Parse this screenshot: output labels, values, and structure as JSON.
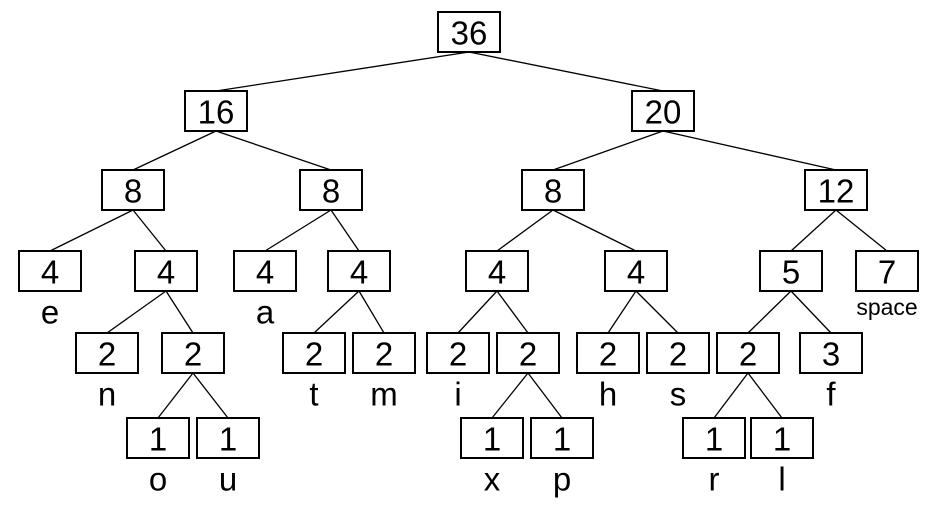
{
  "tree": {
    "nodes": [
      {
        "id": "n36",
        "value": "36",
        "parent": null
      },
      {
        "id": "n16",
        "value": "16",
        "parent": "n36"
      },
      {
        "id": "n20",
        "value": "20",
        "parent": "n36"
      },
      {
        "id": "n8a",
        "value": "8",
        "parent": "n16"
      },
      {
        "id": "n8b",
        "value": "8",
        "parent": "n16"
      },
      {
        "id": "n8c",
        "value": "8",
        "parent": "n20"
      },
      {
        "id": "n12",
        "value": "12",
        "parent": "n20"
      },
      {
        "id": "e4",
        "value": "4",
        "parent": "n8a",
        "label": "e"
      },
      {
        "id": "n4a",
        "value": "4",
        "parent": "n8a"
      },
      {
        "id": "a4",
        "value": "4",
        "parent": "n8b",
        "label": "a"
      },
      {
        "id": "n4b",
        "value": "4",
        "parent": "n8b"
      },
      {
        "id": "n4c",
        "value": "4",
        "parent": "n8c"
      },
      {
        "id": "n4d",
        "value": "4",
        "parent": "n8c"
      },
      {
        "id": "n5",
        "value": "5",
        "parent": "n12"
      },
      {
        "id": "sp7",
        "value": "7",
        "parent": "n12",
        "label": "space"
      },
      {
        "id": "n2n",
        "value": "2",
        "parent": "n4a",
        "label": "n"
      },
      {
        "id": "n2a",
        "value": "2",
        "parent": "n4a"
      },
      {
        "id": "n2t",
        "value": "2",
        "parent": "n4b",
        "label": "t"
      },
      {
        "id": "n2m",
        "value": "2",
        "parent": "n4b",
        "label": "m"
      },
      {
        "id": "n2i",
        "value": "2",
        "parent": "n4c",
        "label": "i"
      },
      {
        "id": "n2b",
        "value": "2",
        "parent": "n4c"
      },
      {
        "id": "n2h",
        "value": "2",
        "parent": "n4d",
        "label": "h"
      },
      {
        "id": "n2s",
        "value": "2",
        "parent": "n4d",
        "label": "s"
      },
      {
        "id": "n2c",
        "value": "2",
        "parent": "n5"
      },
      {
        "id": "f3",
        "value": "3",
        "parent": "n5",
        "label": "f"
      },
      {
        "id": "o1",
        "value": "1",
        "parent": "n2a",
        "label": "o"
      },
      {
        "id": "u1",
        "value": "1",
        "parent": "n2a",
        "label": "u"
      },
      {
        "id": "x1",
        "value": "1",
        "parent": "n2b",
        "label": "x"
      },
      {
        "id": "p1",
        "value": "1",
        "parent": "n2b",
        "label": "p"
      },
      {
        "id": "r1",
        "value": "1",
        "parent": "n2c",
        "label": "r"
      },
      {
        "id": "l1",
        "value": "1",
        "parent": "n2c",
        "label": "l"
      }
    ]
  }
}
